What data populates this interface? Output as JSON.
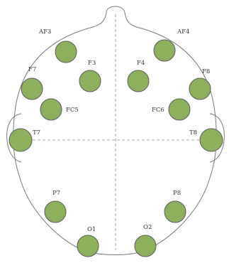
{
  "colors": {
    "electrode_fill": "#8db05a",
    "electrode_stroke": "#5a5a5a",
    "outline": "#7a7a7a",
    "guide": "#8a8a8a"
  },
  "diagram": {
    "electrodes": [
      {
        "id": "af3",
        "label": "AF3"
      },
      {
        "id": "af4",
        "label": "AF4"
      },
      {
        "id": "f7",
        "label": "F7"
      },
      {
        "id": "f3",
        "label": "F3"
      },
      {
        "id": "f4",
        "label": "F4"
      },
      {
        "id": "f8",
        "label": "F8"
      },
      {
        "id": "fc5",
        "label": "FC5"
      },
      {
        "id": "fc6",
        "label": "FC6"
      },
      {
        "id": "t7",
        "label": "T7"
      },
      {
        "id": "t8",
        "label": "T8"
      },
      {
        "id": "p7",
        "label": "P7"
      },
      {
        "id": "p8",
        "label": "P8"
      },
      {
        "id": "o1",
        "label": "O1"
      },
      {
        "id": "o2",
        "label": "O2"
      }
    ]
  }
}
